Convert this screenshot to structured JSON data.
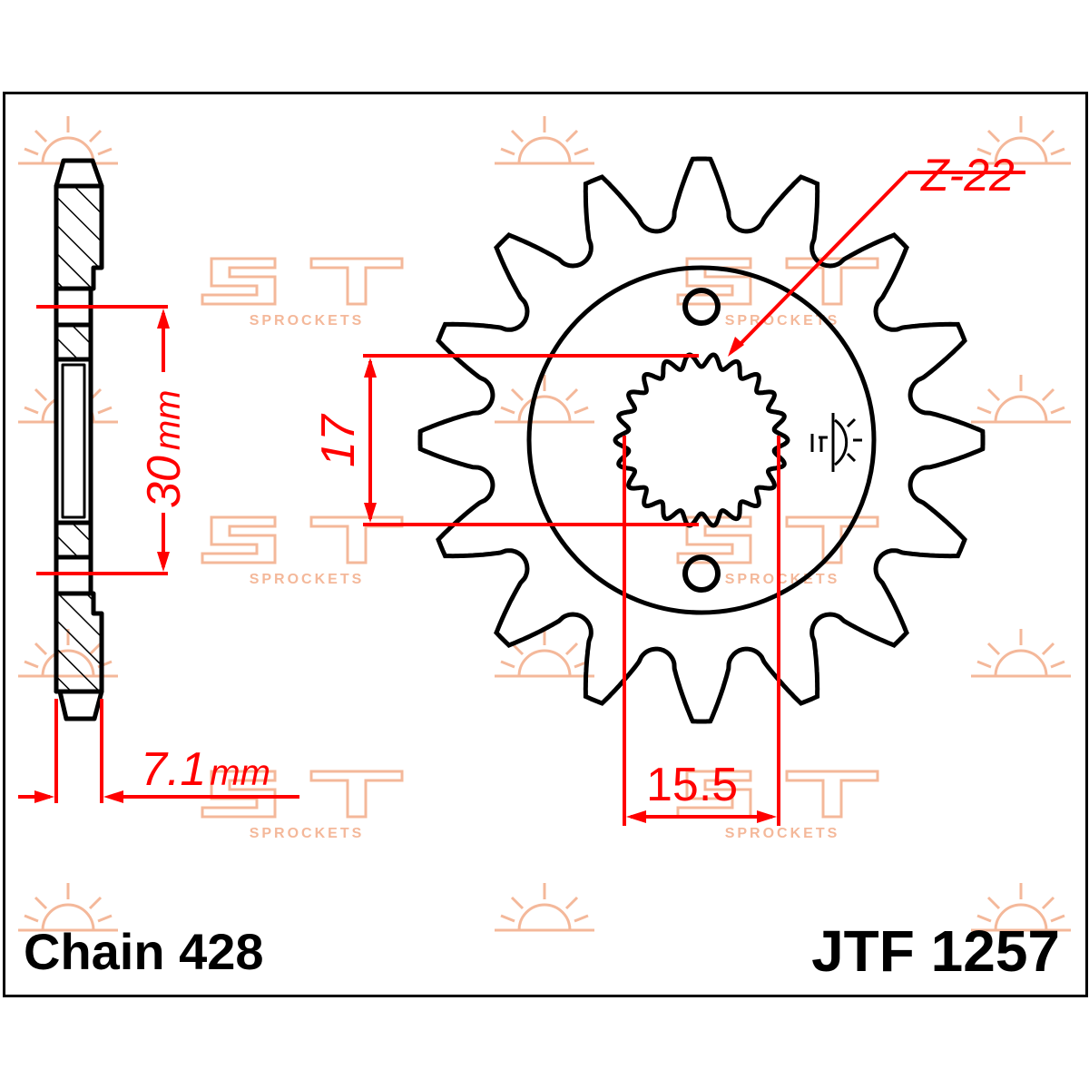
{
  "diagram": {
    "tooth_count_label": "Z-22",
    "spline_diameter_label": "17",
    "spline_width_label": "15.5",
    "bolt_spacing_label": "30",
    "bolt_spacing_unit": "mm",
    "thickness_label": "7.1",
    "thickness_unit": "mm",
    "chain_label": "Chain 428",
    "part_number": "JTF 1257",
    "watermark_text": "SPROCKETS",
    "colors": {
      "dimension": "#ff0000",
      "outline": "#000000",
      "watermark": "#f4b89a"
    }
  }
}
